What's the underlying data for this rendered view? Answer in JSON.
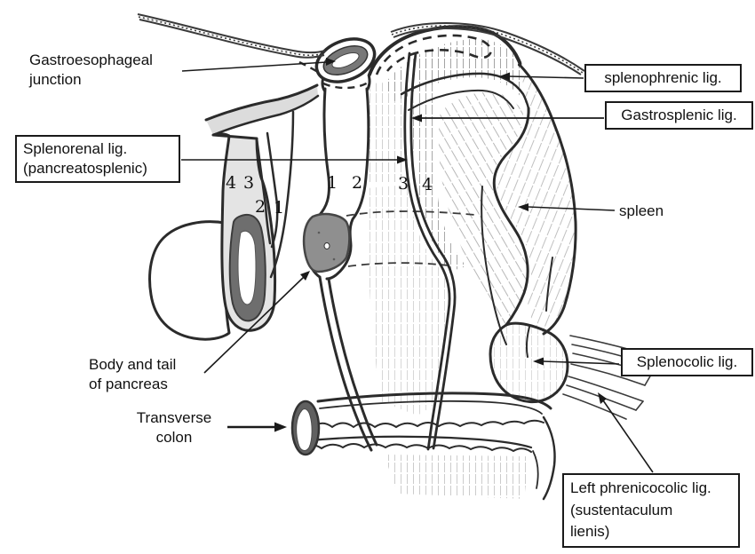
{
  "figure": {
    "labels": {
      "gastroesophageal_junction": {
        "text": "Gastroesophageal\njunction",
        "boxed": false
      },
      "splenorenal": {
        "text": "Splenorenal lig.\n(pancreatosplenic)",
        "boxed": true
      },
      "splenophrenic": {
        "text": "splenophrenic lig.",
        "boxed": true
      },
      "gastrosplenic": {
        "text": "Gastrosplenic lig.",
        "boxed": true
      },
      "spleen": {
        "text": "spleen",
        "boxed": false
      },
      "pancreas": {
        "text": "Body and tail\nof pancreas",
        "boxed": false
      },
      "transverse_colon": {
        "text": "Transverse\ncolon",
        "boxed": false
      },
      "splenocolic": {
        "text": "Splenocolic lig.",
        "boxed": true
      },
      "left_phrenicocolic": {
        "text": "Left phrenicocolic lig.\n(sustentaculum\nlienis)",
        "boxed": true
      }
    },
    "layer_numbers": {
      "left_group": [
        "4",
        "3",
        "2",
        "1"
      ],
      "center_group": [
        "1",
        "2",
        "3",
        "4"
      ]
    },
    "colors": {
      "ink": "#2b2b2b",
      "shade_dark": "#6e6e6e",
      "shade_mid": "#8f8f8f",
      "shade_light": "#dcdcdc",
      "hatch": "#9a9a9a",
      "background": "#ffffff"
    }
  }
}
